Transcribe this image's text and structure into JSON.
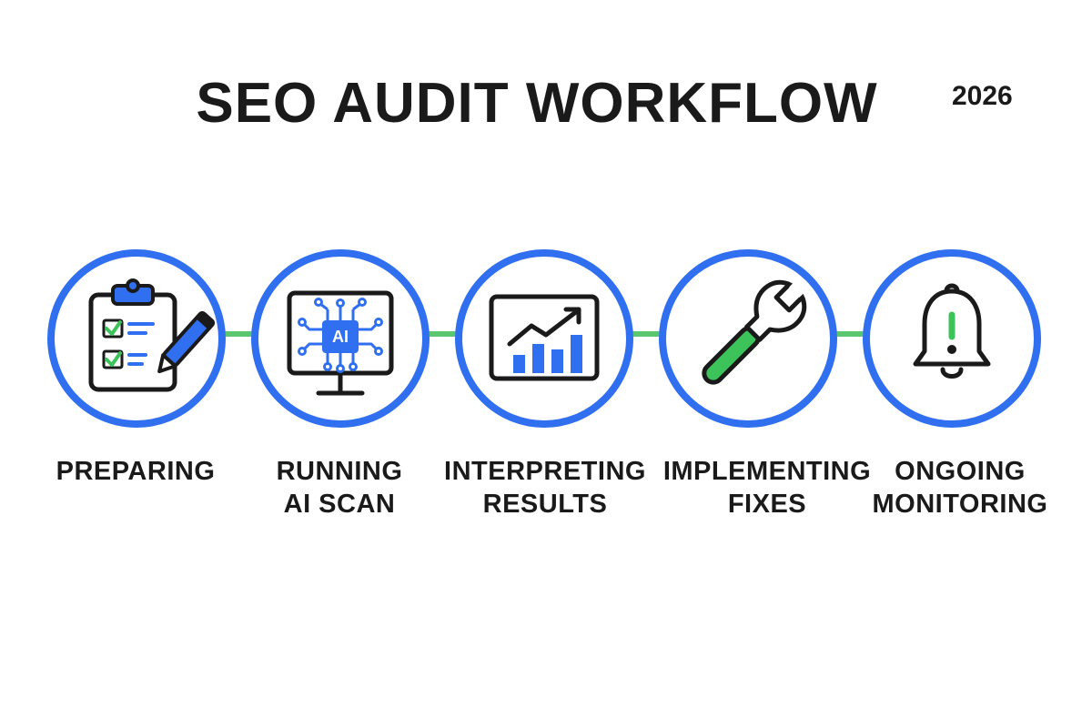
{
  "title": "SEO AUDIT WORKFLOW",
  "year": "2026",
  "colors": {
    "circle_border": "#2f6ff0",
    "connector": "#5cc770",
    "accent_green": "#3cc35a",
    "icon_stroke": "#1a1a1a"
  },
  "steps": [
    {
      "icon": "clipboard-checklist-pen-icon",
      "label_lines": [
        "PREPARING"
      ]
    },
    {
      "icon": "ai-chip-monitor-icon",
      "label_lines": [
        "RUNNING",
        "AI SCAN"
      ],
      "icon_text": "AI"
    },
    {
      "icon": "trend-chart-icon",
      "label_lines": [
        "INTERPRETING",
        "RESULTS"
      ]
    },
    {
      "icon": "wrench-icon",
      "label_lines": [
        "IMPLEMENTING",
        "FIXES"
      ]
    },
    {
      "icon": "alert-bell-icon",
      "label_lines": [
        "ONGOING",
        "MONITORING"
      ]
    }
  ]
}
